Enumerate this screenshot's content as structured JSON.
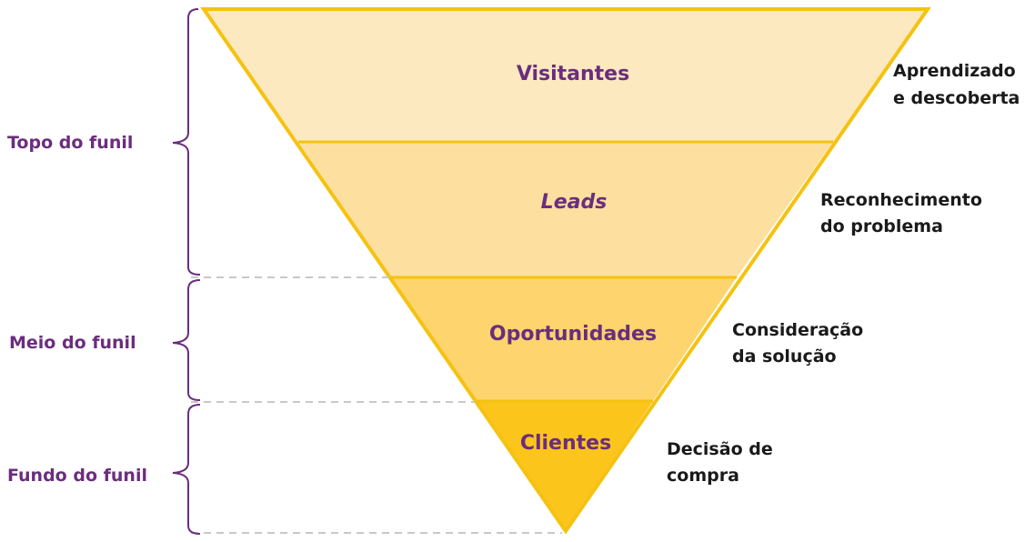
{
  "funnel": {
    "stages": [
      {
        "label": "Visitantes",
        "color": "#fde9c0",
        "italic": false
      },
      {
        "label": "Leads",
        "color": "#fde0a0",
        "italic": true
      },
      {
        "label": "Oportunidades",
        "color": "#fdd46e",
        "italic": false
      },
      {
        "label": "Clientes",
        "color": "#fbc51c",
        "italic": false
      }
    ],
    "outline_color": "#f5c211"
  },
  "descriptions": [
    {
      "line1": "Aprendizado",
      "line2": "e descoberta"
    },
    {
      "line1": "Reconhecimento",
      "line2": "do problema"
    },
    {
      "line1": "Consideração",
      "line2": "da solução"
    },
    {
      "line1": "Decisão de",
      "line2": "compra"
    }
  ],
  "sections": [
    {
      "label": "Topo do funil"
    },
    {
      "label": "Meio do funil"
    },
    {
      "label": "Fundo do funil"
    }
  ],
  "colors": {
    "purple": "#6b2d7e",
    "dashed": "#c8c8c8"
  }
}
